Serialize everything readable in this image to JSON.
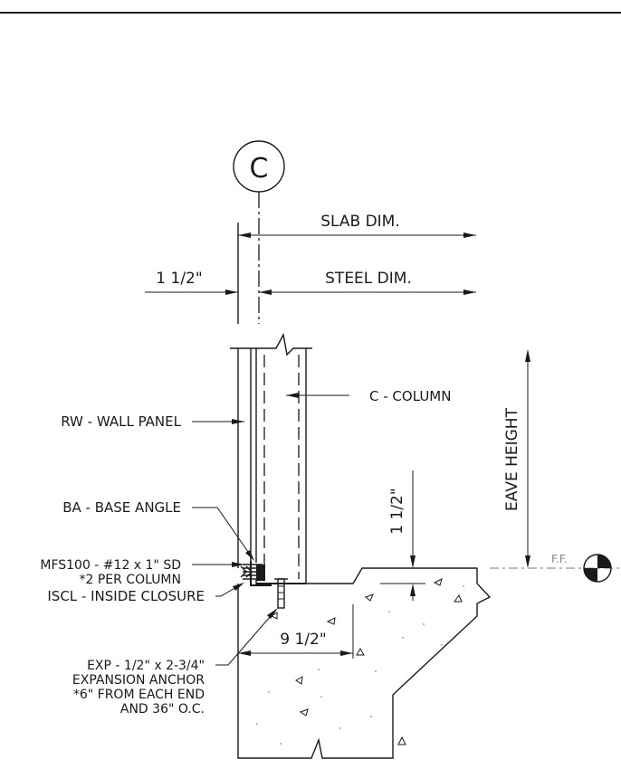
{
  "grid": {
    "bubble_label": "C"
  },
  "dimensions": {
    "slab": "SLAB DIM.",
    "steel": "STEEL DIM.",
    "panel_offset": "1 1/2\"",
    "eave": "EAVE HEIGHT",
    "slab_step": "1 1/2\"",
    "anchor_edge": "9 1/2\""
  },
  "elevation": {
    "label": "F.F."
  },
  "callouts": {
    "column": "C - COLUMN",
    "wall_panel": "RW - WALL PANEL",
    "base_angle": "BA - BASE ANGLE",
    "fastener_line1": "MFS100 - #12 x 1\" SD",
    "fastener_line2": "*2 PER COLUMN",
    "closure": "ISCL - INSIDE CLOSURE",
    "anchor_line1": "EXP - 1/2\" x 2-3/4\"",
    "anchor_line2": "EXPANSION ANCHOR",
    "anchor_line3": "*6\" FROM EACH END",
    "anchor_line4": "AND 36\" O.C."
  }
}
